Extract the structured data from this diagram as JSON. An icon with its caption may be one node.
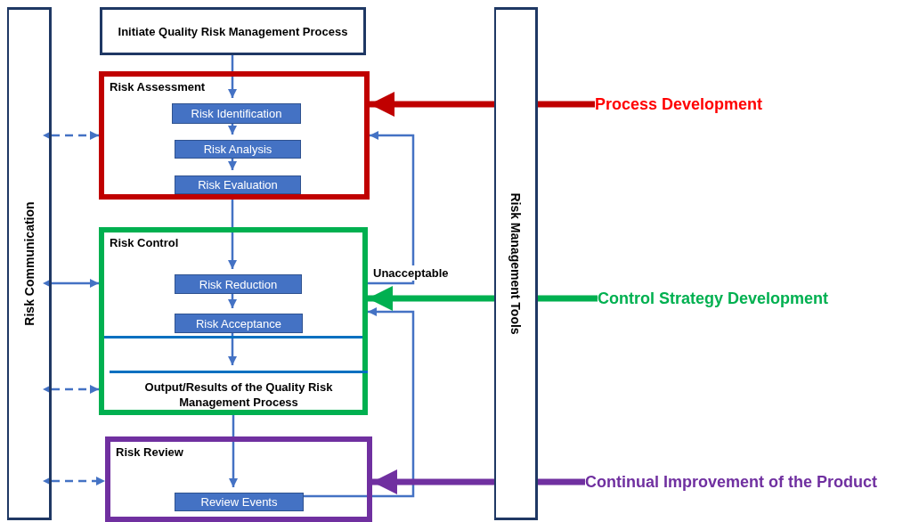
{
  "diagram": {
    "nodes": [
      {
        "text": [
          "Risk Communication"
        ]
      },
      {
        "text": [
          "Initiate Quality Risk Management Process"
        ]
      },
      {
        "text": [
          "Risk Assessment"
        ]
      },
      {
        "text": [
          "Risk Identification"
        ],
        "in": 2
      },
      {
        "text": [
          "Risk Analysis"
        ],
        "in": 2
      },
      {
        "text": [
          "Risk Evaluation"
        ],
        "in": 2
      },
      {
        "text": [
          "Risk Control"
        ]
      },
      {
        "text": [
          "Risk Reduction"
        ],
        "in": 6
      },
      {
        "text": [
          "Risk Acceptance"
        ],
        "in": 6
      },
      {
        "text": [
          "Output/Results of the Quality Risk Management Process"
        ],
        "in": 6
      },
      {
        "text": [
          "Risk Review"
        ]
      },
      {
        "text": [
          "Review Events"
        ],
        "in": 10
      },
      {
        "text": [
          "Risk Management Tools"
        ]
      },
      {
        "text": [
          "Process Development"
        ]
      },
      {
        "text": [
          "Control Strategy Development"
        ]
      },
      {
        "text": [
          "Continual Improvement of the Product"
        ]
      }
    ],
    "edges": [
      {
        "from": 1,
        "to": 3,
        "arrow": "to"
      },
      {
        "from": 3,
        "to": 4,
        "arrow": "to"
      },
      {
        "from": 4,
        "to": 5,
        "arrow": "to"
      },
      {
        "from": 5,
        "to": 7,
        "arrow": "to"
      },
      {
        "from": 7,
        "to": 8,
        "arrow": "to"
      },
      {
        "from": 8,
        "to": 9,
        "arrow": "to"
      },
      {
        "from": 9,
        "to": 11,
        "arrow": "to"
      },
      {
        "from": 6,
        "to": 2,
        "arrow": "to",
        "label": "Unacceptable"
      },
      {
        "from": 11,
        "to": 6,
        "arrow": "to"
      },
      {
        "from": 0,
        "to": 2,
        "arrow": "both",
        "style": "dashed"
      },
      {
        "from": 0,
        "to": 6,
        "arrow": "both"
      },
      {
        "from": 0,
        "to": 6,
        "arrow": "both",
        "style": "dashed"
      },
      {
        "from": 0,
        "to": 10,
        "arrow": "both",
        "style": "dashed"
      },
      {
        "from": 13,
        "to": 12,
        "arrow": "none",
        "style": "thick",
        "color": "#c00000"
      },
      {
        "from": 12,
        "to": 2,
        "arrow": "to",
        "style": "thick",
        "color": "#c00000"
      },
      {
        "from": 14,
        "to": 12,
        "arrow": "none",
        "style": "thick",
        "color": "#00b050"
      },
      {
        "from": 12,
        "to": 6,
        "arrow": "to",
        "style": "thick",
        "color": "#00b050"
      },
      {
        "from": 15,
        "to": 12,
        "arrow": "none",
        "style": "thick",
        "color": "#7030a0"
      },
      {
        "from": 12,
        "to": 10,
        "arrow": "to",
        "style": "thick",
        "color": "#7030a0"
      }
    ]
  }
}
